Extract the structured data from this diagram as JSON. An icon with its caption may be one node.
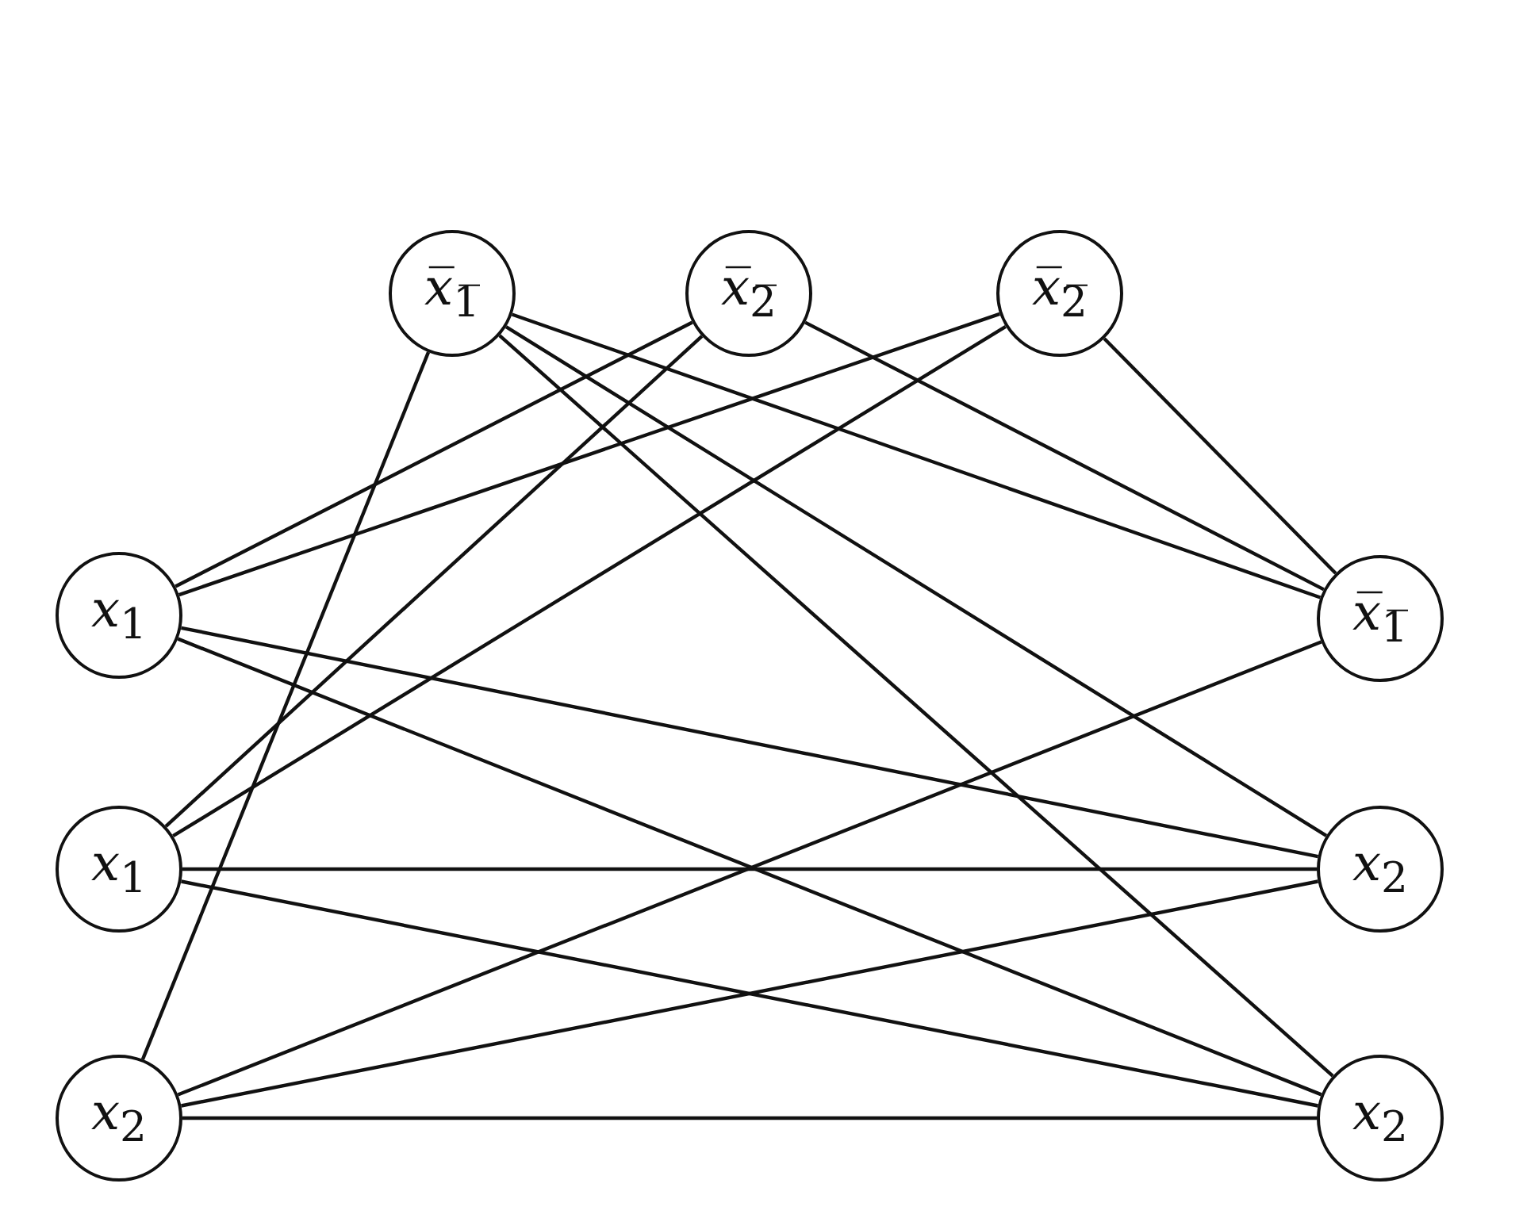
{
  "diagram": {
    "nodes": [
      {
        "text": [
          "*x̅*$_{1̅}$"
        ]
      },
      {
        "text": [
          "*x̅*$_{2̅}$"
        ]
      },
      {
        "text": [
          "*x̅*$_{2̅}$"
        ]
      },
      {
        "text": [
          "*x*$_{1}$"
        ]
      },
      {
        "text": [
          "*x*$_{1}$"
        ]
      },
      {
        "text": [
          "*x*$_{2}$"
        ]
      },
      {
        "text": [
          "*x̅*$_{1̅}$"
        ]
      },
      {
        "text": [
          "*x*$_{2}$"
        ]
      },
      {
        "text": [
          "*x*$_{2}$"
        ]
      }
    ],
    "edges": [
      {
        "from": 0,
        "to": 5,
        "arrow": "none"
      },
      {
        "from": 0,
        "to": 6,
        "arrow": "none"
      },
      {
        "from": 0,
        "to": 7,
        "arrow": "none"
      },
      {
        "from": 0,
        "to": 8,
        "arrow": "none"
      },
      {
        "from": 1,
        "to": 3,
        "arrow": "none"
      },
      {
        "from": 1,
        "to": 4,
        "arrow": "none"
      },
      {
        "from": 1,
        "to": 6,
        "arrow": "none"
      },
      {
        "from": 2,
        "to": 3,
        "arrow": "none"
      },
      {
        "from": 2,
        "to": 4,
        "arrow": "none"
      },
      {
        "from": 2,
        "to": 6,
        "arrow": "none"
      },
      {
        "from": 3,
        "to": 7,
        "arrow": "none"
      },
      {
        "from": 3,
        "to": 8,
        "arrow": "none"
      },
      {
        "from": 4,
        "to": 7,
        "arrow": "none"
      },
      {
        "from": 4,
        "to": 8,
        "arrow": "none"
      },
      {
        "from": 5,
        "to": 6,
        "arrow": "none"
      },
      {
        "from": 5,
        "to": 7,
        "arrow": "none"
      },
      {
        "from": 5,
        "to": 8,
        "arrow": "none"
      }
    ]
  }
}
